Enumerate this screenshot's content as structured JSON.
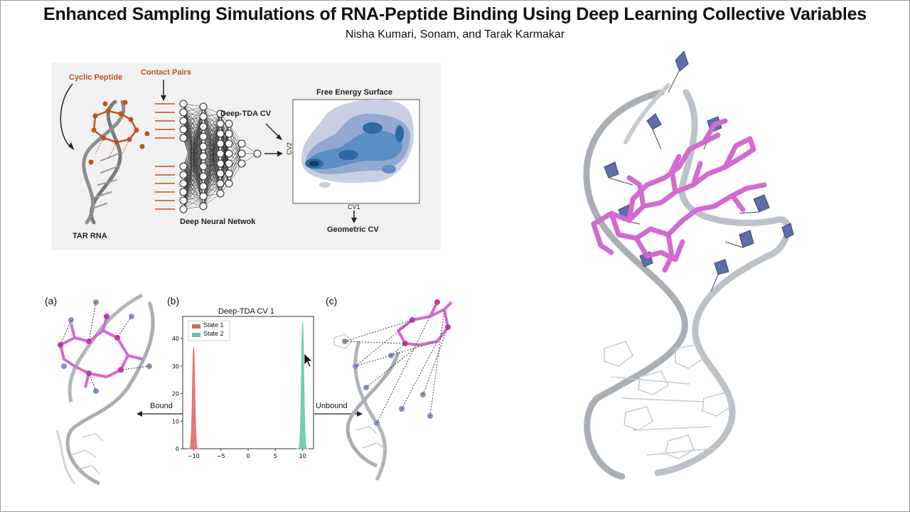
{
  "slide": {
    "title": "Enhanced Sampling Simulations of RNA-Peptide Binding Using Deep Learning Collective Variables",
    "authors": "Nisha Kumari, Sonam, and Tarak Karmakar"
  },
  "top_figure": {
    "cyclic_peptide": "Cyclic Peptide",
    "contact_pairs": "Contact Pairs",
    "tar_rna": "TAR RNA",
    "deep_tda_cv": "Deep-TDA CV",
    "deep_neural_network": "Deep Neural Netwok",
    "free_energy_surface": "Free Energy Surface",
    "cv2": "CV2",
    "cv1": "CV1",
    "geometric_cv": "Geometric CV"
  },
  "bottom_figure": {
    "panel_a": "(a)",
    "panel_b": "(b)",
    "panel_c": "(c)",
    "bound": "Bound",
    "unbound": "Unbound"
  },
  "chart_data": {
    "type": "area",
    "title": "Deep-TDA CV 1",
    "xlim": [
      -12,
      12
    ],
    "ylim": [
      0,
      48
    ],
    "xticks": [
      -10,
      -5,
      0,
      5,
      10
    ],
    "yticks": [
      0,
      10,
      20,
      30,
      40
    ],
    "legend_position": "top-left",
    "series": [
      {
        "name": "State 1",
        "color": "#e0626a",
        "center": -10,
        "peak": 37
      },
      {
        "name": "State 2",
        "color": "#5cc8a8",
        "center": 10,
        "peak": 46
      }
    ]
  },
  "colors": {
    "peptide": "#d36ad0",
    "rna": "#b8bec4",
    "base": "#4f5f9a",
    "accent": "#c0501e"
  }
}
